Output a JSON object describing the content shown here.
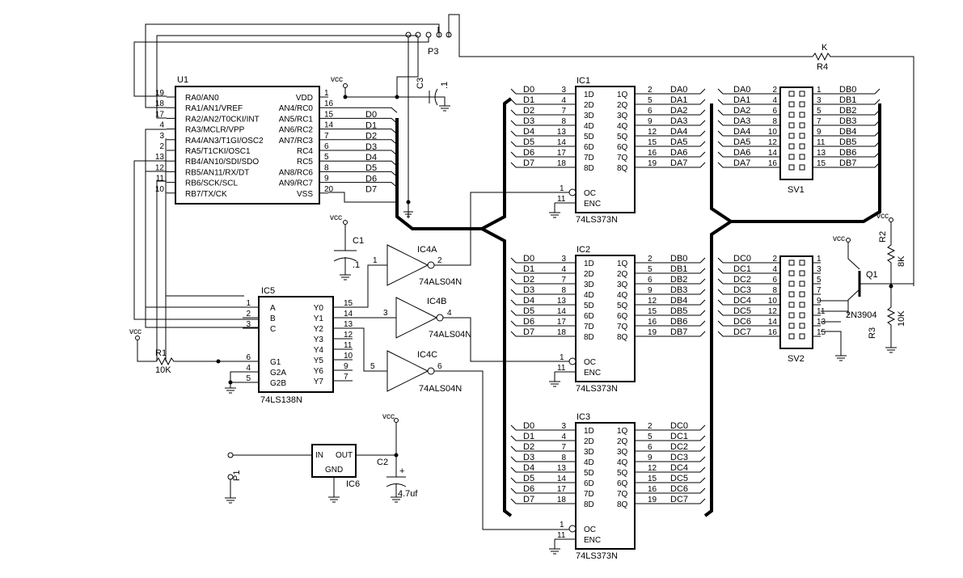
{
  "u1": {
    "ref": "U1",
    "left_pins": [
      {
        "num": "19",
        "name": "RA0/AN0"
      },
      {
        "num": "18",
        "name": "RA1/AN1/VREF"
      },
      {
        "num": "17",
        "name": "RA2/AN2/T0CKI/INT"
      },
      {
        "num": "4",
        "name": "RA3/MCLR/VPP"
      },
      {
        "num": "3",
        "name": "RA4/AN3/T1GI/OSC2"
      },
      {
        "num": "2",
        "name": "RA5/T1CKI/OSC1"
      },
      {
        "num": "13",
        "name": "RB4/AN10/SDI/SDO"
      },
      {
        "num": "12",
        "name": "RB5/AN11/RX/DT"
      },
      {
        "num": "11",
        "name": "RB6/SCK/SCL"
      },
      {
        "num": "10",
        "name": "RB7/TX/CK"
      }
    ],
    "right_pins": [
      {
        "num": "1",
        "name": "VDD",
        "net": ""
      },
      {
        "num": "16",
        "name": "AN4/RC0",
        "net": "D0"
      },
      {
        "num": "15",
        "name": "AN5/RC1",
        "net": "D1"
      },
      {
        "num": "14",
        "name": "AN6/RC2",
        "net": "D2"
      },
      {
        "num": "7",
        "name": "AN7/RC3",
        "net": "D3"
      },
      {
        "num": "6",
        "name": "RC4",
        "net": "D4"
      },
      {
        "num": "5",
        "name": "RC5",
        "net": "D5"
      },
      {
        "num": "8",
        "name": "AN8/RC6",
        "net": "D6"
      },
      {
        "num": "9",
        "name": "AN9/RC7",
        "net": "D7"
      },
      {
        "num": "20",
        "name": "VSS",
        "net": ""
      }
    ]
  },
  "latches": [
    {
      "ref": "IC1",
      "part": "74LS373N",
      "d_pins": [
        "3",
        "4",
        "7",
        "8",
        "13",
        "14",
        "17",
        "18"
      ],
      "q_pins": [
        "2",
        "5",
        "6",
        "9",
        "12",
        "15",
        "16",
        "19"
      ],
      "in_nets": [
        "D0",
        "D1",
        "D2",
        "D3",
        "D4",
        "D5",
        "D6",
        "D7"
      ],
      "out_nets": [
        "DA0",
        "DA1",
        "DA2",
        "DA3",
        "DA4",
        "DA5",
        "DA6",
        "DA7"
      ]
    },
    {
      "ref": "IC2",
      "part": "74LS373N",
      "d_pins": [
        "3",
        "4",
        "7",
        "8",
        "13",
        "14",
        "17",
        "18"
      ],
      "q_pins": [
        "2",
        "5",
        "6",
        "9",
        "12",
        "15",
        "16",
        "19"
      ],
      "in_nets": [
        "D0",
        "D1",
        "D2",
        "D3",
        "D4",
        "D5",
        "D6",
        "D7"
      ],
      "out_nets": [
        "DB0",
        "DB1",
        "DB2",
        "DB3",
        "DB4",
        "DB5",
        "DB6",
        "DB7"
      ]
    },
    {
      "ref": "IC3",
      "part": "74LS373N",
      "d_pins": [
        "3",
        "4",
        "7",
        "8",
        "13",
        "14",
        "17",
        "18"
      ],
      "q_pins": [
        "2",
        "5",
        "6",
        "9",
        "12",
        "15",
        "16",
        "19"
      ],
      "in_nets": [
        "D0",
        "D1",
        "D2",
        "D3",
        "D4",
        "D5",
        "D6",
        "D7"
      ],
      "out_nets": [
        "DC0",
        "DC1",
        "DC2",
        "DC3",
        "DC4",
        "DC5",
        "DC6",
        "DC7"
      ]
    }
  ],
  "latch_labels": {
    "d_names": [
      "1D",
      "2D",
      "3D",
      "4D",
      "5D",
      "6D",
      "7D",
      "8D"
    ],
    "q_names": [
      "1Q",
      "2Q",
      "3Q",
      "4Q",
      "5Q",
      "6Q",
      "7Q",
      "8Q"
    ],
    "oc": "OC",
    "enc": "ENC",
    "oc_pin": "1",
    "enc_pin": "11"
  },
  "connectors": [
    {
      "ref": "SV1",
      "left_pins": [
        "2",
        "4",
        "6",
        "8",
        "10",
        "12",
        "14",
        "16"
      ],
      "right_pins": [
        "1",
        "3",
        "5",
        "7",
        "9",
        "11",
        "13",
        "15"
      ],
      "left_nets": [
        "DA0",
        "DA1",
        "DA2",
        "DA3",
        "DA4",
        "DA5",
        "DA6",
        "DA7"
      ],
      "right_nets": [
        "DB0",
        "DB1",
        "DB2",
        "DB3",
        "DB4",
        "DB5",
        "DB6",
        "DB7"
      ]
    },
    {
      "ref": "SV2",
      "left_pins": [
        "2",
        "4",
        "6",
        "8",
        "10",
        "12",
        "14",
        "16"
      ],
      "right_pins": [
        "1",
        "3",
        "5",
        "7",
        "9",
        "11",
        "13",
        "15"
      ],
      "left_nets": [
        "DC0",
        "DC1",
        "DC2",
        "DC3",
        "DC4",
        "DC5",
        "DC6",
        "DC7"
      ],
      "right_nets": []
    }
  ],
  "ic5": {
    "ref": "IC5",
    "part": "74LS138N",
    "left_pins": [
      {
        "num": "1",
        "name": "A"
      },
      {
        "num": "2",
        "name": "B"
      },
      {
        "num": "3",
        "name": "C"
      },
      {
        "num": "6",
        "name": "G1"
      },
      {
        "num": "4",
        "name": "G2A"
      },
      {
        "num": "5",
        "name": "G2B"
      }
    ],
    "right_pins": [
      {
        "num": "15",
        "name": "Y0"
      },
      {
        "num": "14",
        "name": "Y1"
      },
      {
        "num": "13",
        "name": "Y2"
      },
      {
        "num": "12",
        "name": "Y3"
      },
      {
        "num": "11",
        "name": "Y4"
      },
      {
        "num": "10",
        "name": "Y5"
      },
      {
        "num": "9",
        "name": "Y6"
      },
      {
        "num": "7",
        "name": "Y7"
      }
    ]
  },
  "inverters": [
    {
      "ref": "IC4A",
      "part": "74ALS04N",
      "in_pin": "1",
      "out_pin": "2"
    },
    {
      "ref": "IC4B",
      "part": "74ALS04N",
      "in_pin": "3",
      "out_pin": "4"
    },
    {
      "ref": "IC4C",
      "part": "74ALS04N",
      "in_pin": "5",
      "out_pin": "6"
    }
  ],
  "regulator": {
    "ref": "IC6",
    "in": "IN",
    "out": "OUT",
    "gnd": "GND"
  },
  "passives": {
    "c1": {
      "ref": "C1",
      "value": ".1"
    },
    "c2": {
      "ref": "C2",
      "value": "4.7uf",
      "plus": "+"
    },
    "c3": {
      "ref": "C3",
      "value": ".1"
    },
    "r1": {
      "ref": "R1",
      "value": "10K"
    },
    "r2": {
      "ref": "R2",
      "value": "8K"
    },
    "r3": {
      "ref": "R3",
      "value": "10K"
    },
    "r4": {
      "ref": "R4",
      "value": "K"
    },
    "q1": {
      "ref": "Q1",
      "part": "2N3904"
    },
    "p1": {
      "ref": "P1"
    },
    "p3": {
      "ref": "P3"
    }
  },
  "supply_label": "vcc"
}
